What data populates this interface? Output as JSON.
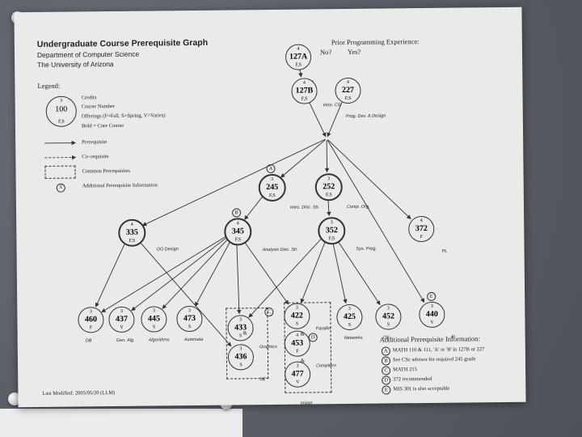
{
  "header": {
    "title": "Undergraduate Course Prerequisite Graph",
    "dept": "Department of Computer Science",
    "univ": "The University of Arizona"
  },
  "legend": {
    "title": "Legend:",
    "sample": {
      "credits": "3",
      "number": "100",
      "offer": "F,S"
    },
    "items": [
      "Credits",
      "Course Number",
      "Offerings (F=Fall, S=Spring, V=Varies)",
      "Bold = Core Course"
    ],
    "prereq": "Prerequisite",
    "coreq": "Co–requisite",
    "common": "Common Prerequisites",
    "additional_marker": "X",
    "additional": "Additional Prerequisite Information"
  },
  "prior": {
    "title": "Prior Programming Experience:",
    "no": "No?",
    "yes": "Yes?"
  },
  "courses": [
    {
      "id": "127A",
      "credits": "4",
      "offer": "F,S",
      "label": "Intro. CS",
      "core": false
    },
    {
      "id": "127B",
      "credits": "4",
      "offer": "F,S",
      "label": "Intro. CS",
      "core": false
    },
    {
      "id": "227",
      "credits": "4",
      "offer": "F,S",
      "label": "Prog. Dev. & Design",
      "core": false
    },
    {
      "id": "245",
      "credits": "3",
      "offer": "F,S",
      "label": "Intro. Disc. Str.",
      "core": true,
      "tag": "A"
    },
    {
      "id": "252",
      "credits": "3",
      "offer": "F,S",
      "label": "Comp. Org.",
      "core": true
    },
    {
      "id": "335",
      "credits": "4",
      "offer": "F,S",
      "label": "OO Design",
      "core": true
    },
    {
      "id": "345",
      "credits": "4",
      "offer": "F,S",
      "label": "Analysis Disc. Str.",
      "core": true,
      "tag": "B"
    },
    {
      "id": "352",
      "credits": "3",
      "offer": "F,S",
      "label": "Sys. Prog.",
      "core": true
    },
    {
      "id": "372",
      "credits": "4",
      "offer": "F",
      "label": "PL",
      "core": false
    },
    {
      "id": "460",
      "credits": "3",
      "offer": "F",
      "label": "DB",
      "core": false
    },
    {
      "id": "437",
      "credits": "3",
      "offer": "V",
      "label": "Gen. Alg.",
      "core": false
    },
    {
      "id": "445",
      "credits": "3",
      "offer": "S",
      "label": "Algorithms",
      "core": false
    },
    {
      "id": "473",
      "credits": "3",
      "offer": "S",
      "label": "Automata",
      "core": false
    },
    {
      "id": "433",
      "credits": "3",
      "offer": "S",
      "label": "Graphics",
      "core": false
    },
    {
      "id": "436",
      "credits": "3",
      "offer": "S",
      "label": "SE",
      "core": false
    },
    {
      "id": "422",
      "credits": "3",
      "offer": "S",
      "label": "Parallel",
      "core": false
    },
    {
      "id": "453",
      "credits": "4",
      "offer": "F",
      "label": "Compilers",
      "core": false
    },
    {
      "id": "477",
      "credits": "3",
      "offer": "V",
      "label": "Vision",
      "core": false
    },
    {
      "id": "425",
      "credits": "3",
      "offer": "S",
      "label": "Networks",
      "core": false
    },
    {
      "id": "452",
      "credits": "3",
      "offer": "S",
      "label": "OS",
      "core": false
    },
    {
      "id": "440",
      "credits": "3",
      "offer": "V",
      "label": "AI",
      "core": false,
      "tag": "E"
    }
  ],
  "tags": {
    "C": "C",
    "D": "D"
  },
  "additional_info": {
    "title": "Additional Prerequisite Information:",
    "items": [
      {
        "k": "A",
        "v": "MATH 110 & 111, 'A' or 'B' in 127B or 227"
      },
      {
        "k": "B",
        "v": "See CSc advisor for required 245 grade"
      },
      {
        "k": "C",
        "v": "MATH 215"
      },
      {
        "k": "D",
        "v": "372 recommended"
      },
      {
        "k": "E",
        "v": "MIS 301 is also acceptable"
      }
    ]
  },
  "footer": {
    "modified": "Last Modified: 2005/05/20 (LLM)"
  },
  "colors": {
    "paper": "#e8ebe7",
    "board": "#5d6168",
    "ink": "#222222"
  }
}
